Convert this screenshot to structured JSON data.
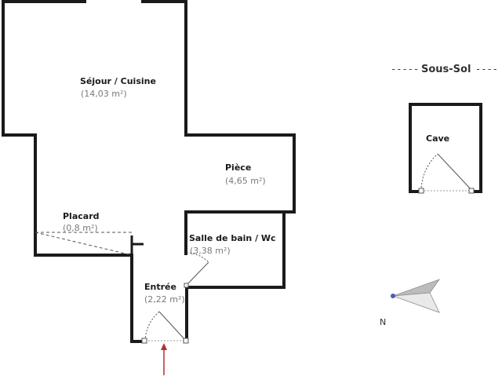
{
  "rooms": {
    "sejour": {
      "name": "Séjour / Cuisine",
      "area": "(14,03 m²)"
    },
    "piece": {
      "name": "Pièce",
      "area": "(4,65 m²)"
    },
    "placard": {
      "name": "Placard",
      "area": "(0,8 m²)"
    },
    "salle_de_bain": {
      "name": "Salle de bain / Wc",
      "area": "(3,38 m²)"
    },
    "entree": {
      "name": "Entrée",
      "area": "(2,22 m²)"
    },
    "cave": {
      "name": "Cave"
    }
  },
  "sous_sol": {
    "title": "Sous-Sol",
    "dashes_left": "-----",
    "dashes_right": "----"
  },
  "compass": {
    "label": "N"
  },
  "colors": {
    "wall": "#1a1a1a",
    "door": "#555555",
    "entry_arrow": "#b03030",
    "compass": "#8c8c8c"
  }
}
